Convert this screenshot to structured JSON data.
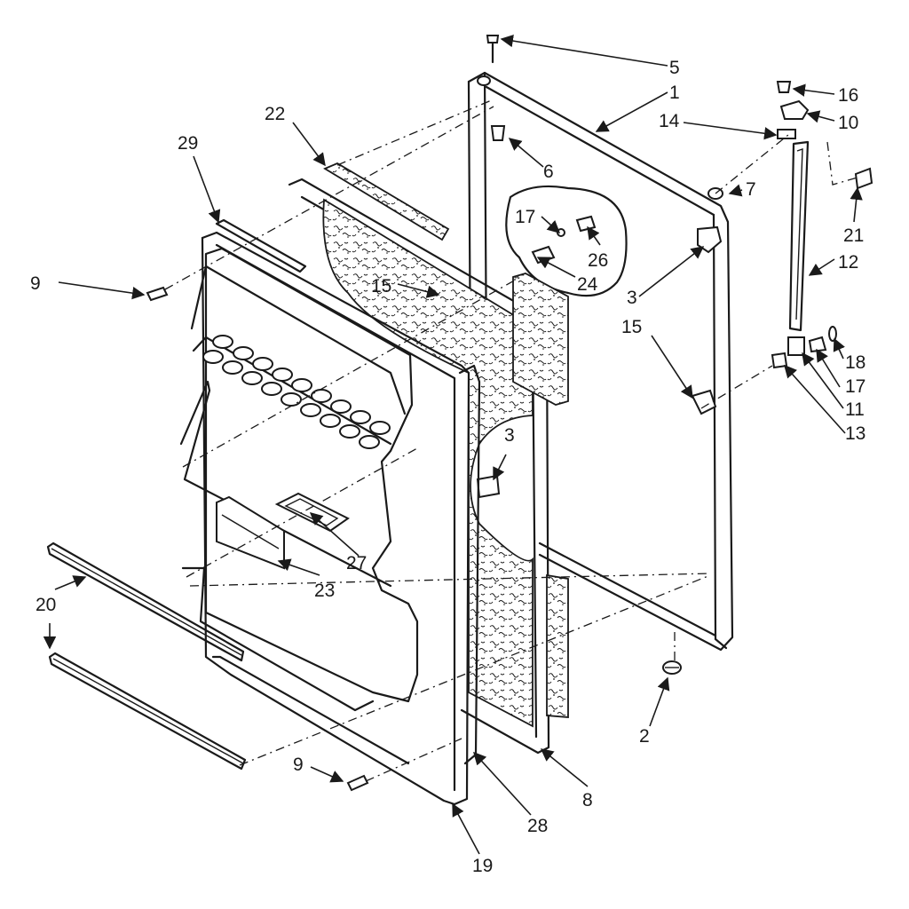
{
  "diagram": {
    "callouts": [
      {
        "id": "c1",
        "text": "1"
      },
      {
        "id": "c2",
        "text": "2"
      },
      {
        "id": "c3a",
        "text": "3"
      },
      {
        "id": "c3b",
        "text": "3"
      },
      {
        "id": "c5",
        "text": "5"
      },
      {
        "id": "c6",
        "text": "6"
      },
      {
        "id": "c7",
        "text": "7"
      },
      {
        "id": "c8",
        "text": "8"
      },
      {
        "id": "c9a",
        "text": "9"
      },
      {
        "id": "c9b",
        "text": "9"
      },
      {
        "id": "c10",
        "text": "10"
      },
      {
        "id": "c11",
        "text": "11"
      },
      {
        "id": "c12",
        "text": "12"
      },
      {
        "id": "c13",
        "text": "13"
      },
      {
        "id": "c14",
        "text": "14"
      },
      {
        "id": "c15a",
        "text": "15"
      },
      {
        "id": "c15b",
        "text": "15"
      },
      {
        "id": "c16",
        "text": "16"
      },
      {
        "id": "c17a",
        "text": "17"
      },
      {
        "id": "c17b",
        "text": "17"
      },
      {
        "id": "c18",
        "text": "18"
      },
      {
        "id": "c19",
        "text": "19"
      },
      {
        "id": "c20",
        "text": "20"
      },
      {
        "id": "c21",
        "text": "21"
      },
      {
        "id": "c22",
        "text": "22"
      },
      {
        "id": "c23",
        "text": "23"
      },
      {
        "id": "c24",
        "text": "24"
      },
      {
        "id": "c26",
        "text": "26"
      },
      {
        "id": "c27",
        "text": "27"
      },
      {
        "id": "c28",
        "text": "28"
      },
      {
        "id": "c29",
        "text": "29"
      }
    ]
  }
}
